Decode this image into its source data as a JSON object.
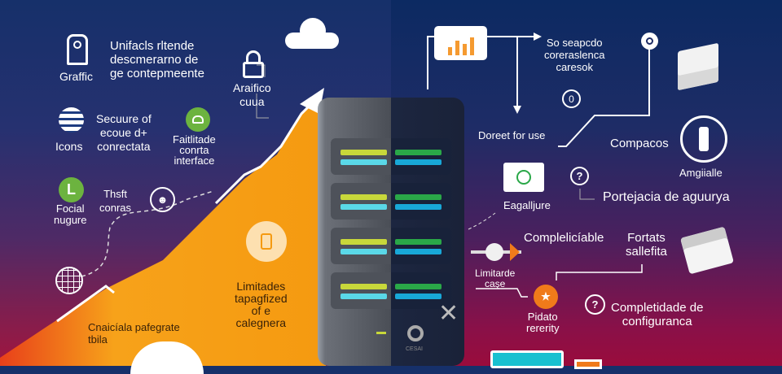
{
  "left": {
    "block1": {
      "icon_label": "Graffic",
      "lines": [
        "Unifacls rltende",
        "descmerarno de",
        "ge contepmeente"
      ]
    },
    "lock": {
      "lines": [
        "Araifico",
        "cuua"
      ]
    },
    "block2": {
      "icon_label": "Icons",
      "lines": [
        "Secuure of",
        "ecoue d+",
        "conrectata"
      ]
    },
    "block3": {
      "lines": [
        "Faitlitade",
        "conrta",
        "interface"
      ]
    },
    "block4": {
      "icon_glyph": "L",
      "lines": [
        "Focial",
        "nugure"
      ]
    },
    "block5": {
      "lines": [
        "Thsft",
        "conras"
      ]
    },
    "orange_text": {
      "lines": [
        "Limitades",
        "tapagfized",
        "of e",
        "calegnera"
      ]
    },
    "bottom_text": {
      "lines": [
        "Cnaicíala pafegrate",
        "tbila"
      ]
    }
  },
  "server": {
    "label": "CESAI"
  },
  "right": {
    "arrow_text": {
      "lines": [
        "So seapcdo",
        "coreraslenca",
        "caresok"
      ]
    },
    "zero_badge": "0",
    "doreet": "Doreet for use",
    "compacos": "Compacos",
    "amgiialle": "Amgiialle",
    "eagalljure": "Eagalljure",
    "help1": "?",
    "portejacia": "Portejacia de aguurya",
    "complelicable": "Complelicíable",
    "fortats": {
      "lines": [
        "Fortats",
        "sallefita"
      ]
    },
    "limitarde": {
      "lines": [
        "Limitarde",
        "caşe"
      ]
    },
    "pidato": {
      "lines": [
        "Pidato",
        "rererity"
      ]
    },
    "help2": "?",
    "completidade": {
      "lines": [
        "Completidade de",
        "configuranca"
      ]
    }
  },
  "colors": {
    "orange": "#f7a21a",
    "green": "#6cb33f",
    "teal": "#18c0d0",
    "accent_orange": "#f07a1a"
  }
}
